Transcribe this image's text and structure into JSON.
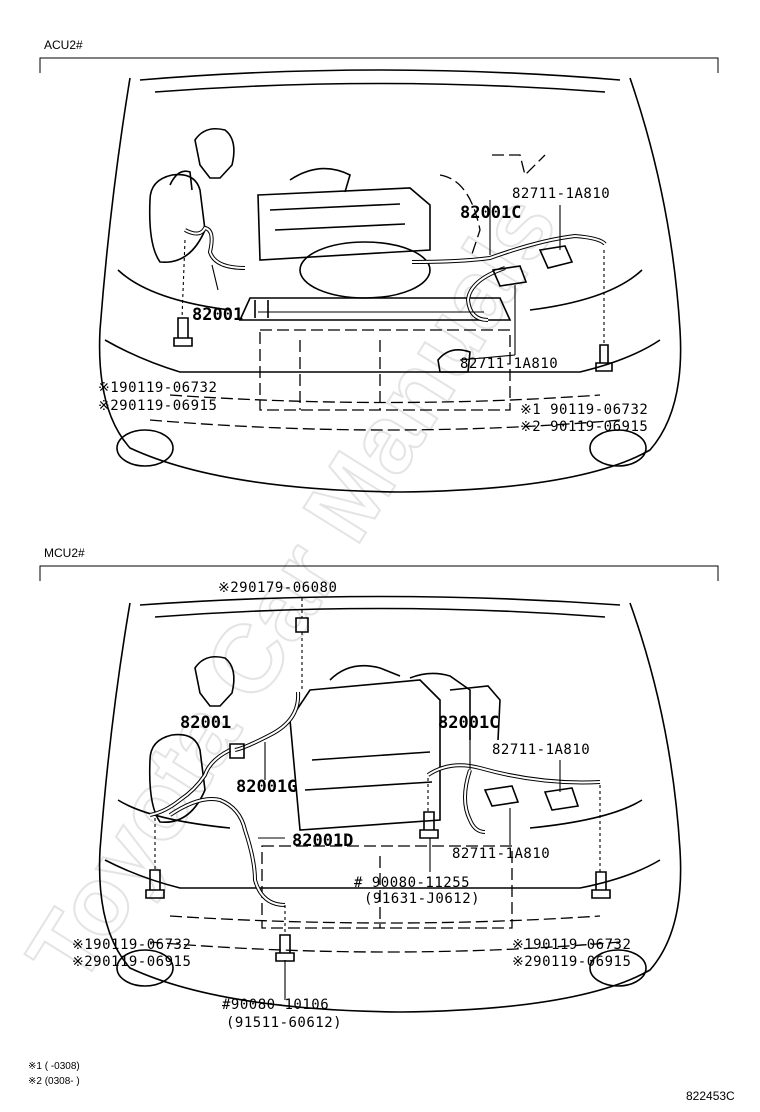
{
  "watermark": "Toyota Car Manuals",
  "sections": [
    {
      "header": "ACU2#",
      "labels": {
        "main_harness": "82001",
        "harness_c": "82001C",
        "sensor_upper": "82711-1A810",
        "sensor_lower": "82711-1A810",
        "bolt_left_1": "※190119-06732",
        "bolt_left_2": "※290119-06915",
        "bolt_right_1": "※1 90119-06732",
        "bolt_right_2": "※2 90119-06915"
      }
    },
    {
      "header": "MCU2#",
      "labels": {
        "nut_top": "※290179-06080",
        "main_harness": "82001",
        "harness_c": "82001C",
        "harness_g": "82001G",
        "harness_d": "82001D",
        "sensor_upper": "82711-1A810",
        "sensor_lower": "82711-1A810",
        "bolt_center_1": "# 90080-11255",
        "bolt_center_2": "(91631-J0612)",
        "bolt_bottom_1": "#90080-10106",
        "bolt_bottom_2": "(91511-60612)",
        "bolt_left_1": "※190119-06732",
        "bolt_left_2": "※290119-06915",
        "bolt_right_1": "※190119-06732",
        "bolt_right_2": "※290119-06915"
      }
    }
  ],
  "footnotes": {
    "note1": "※1 (      -0308)",
    "note2": "※2 (0308-       )"
  },
  "figure_id": "822453C"
}
